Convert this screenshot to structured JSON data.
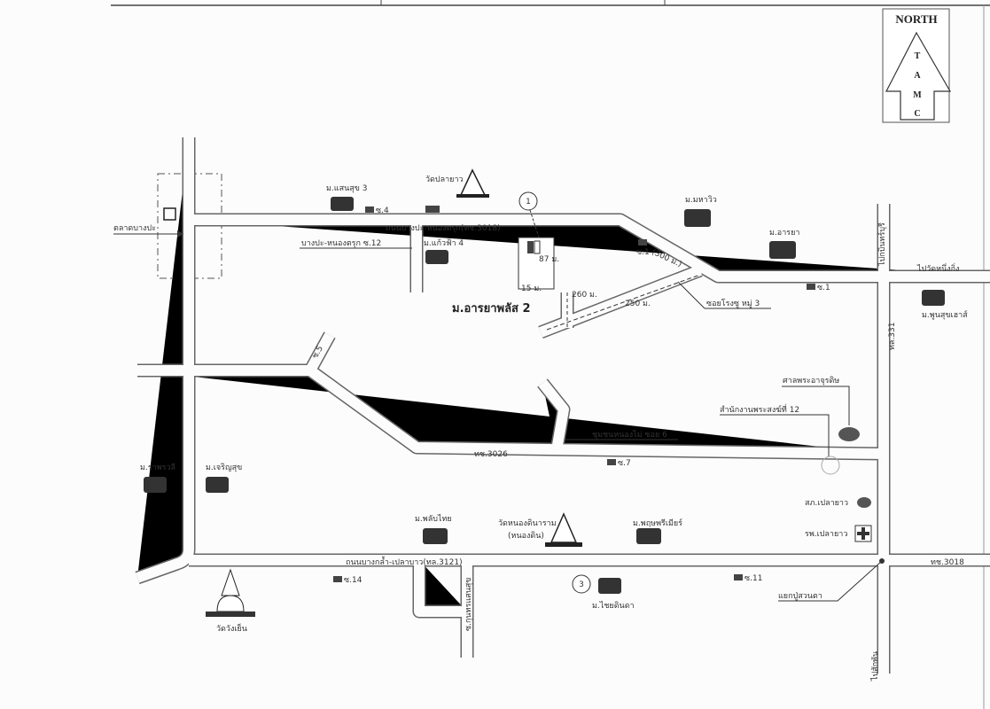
{
  "compass": {
    "title": "NORTH",
    "letters": [
      "T",
      "A",
      "M",
      "C"
    ]
  },
  "roads": {
    "main_top": "ถนนบางปะ-หนองตรุก(ทช.3018)",
    "soi_12": "บางปะ-หนองตรุก ซ.12",
    "bottom": "ถนนบางกล้ำ-เปลาบาว(ทล.3121)",
    "middle": "ทช.3026",
    "right": "ทล.331",
    "soi_6": "ชุมชนหนองไม่ ซอย 6",
    "soi_3": "ซอยโรงซู หมู่ 3",
    "to_chonburi": "ไปกบินทร์บุรี",
    "to_wat": "ไปวัดหนึ่งกิ่ง",
    "to_bottom": "ไปสักพัน",
    "road_3018": "ทช.3018",
    "market": "ตลาดบางปะ",
    "side_bottom": "ซ.กุนทรแสนสุข",
    "diag_left": "ซ.5"
  },
  "project": {
    "name": "ม.อารยาพลัส 2",
    "marker_1": "1",
    "marker_3": "3"
  },
  "distances": {
    "d300": "(300 ม.)",
    "d260": "260 ม.",
    "d250": "250 ม.",
    "d87": "87 ม.",
    "d15": "15 ม."
  },
  "places": {
    "village_1": "ม.แสนสุข 3",
    "temple_top": "วัดปลายาว",
    "village_2": "ม.แก้วฟ้า 4",
    "village_3": "ม.มหาวิว",
    "village_4": "ม.อารยา",
    "village_5": "ม.พูนสุขเฮาส์",
    "shrine": "ศาลพระอาจุรดิษ",
    "office": "สำนักงานพระสงฆ์ที่ 12",
    "police": "สภ.เปลายาว",
    "hospital": "รพ.เปลายาว",
    "village_6": "ม.ราพรวลี",
    "village_7": "ม.เจริญสุข",
    "village_8": "ม.พลับไทย",
    "temple_mid": "วัดหนองดินาราม",
    "temple_mid_sub": "(หนองดิน)",
    "village_9": "ม.พฤษพรีเมียร์",
    "village_10": "ม.ไชยดินดา",
    "junction": "แยกปู่สวนตา",
    "temple_bottom": "วัดวังเย็น"
  },
  "stops": {
    "s4": "ซ.4",
    "s1a": "ซ.1",
    "s1b": "ซ.1",
    "s7": "ซ.7",
    "s14": "ซ.14",
    "s11": "ซ.11"
  },
  "colors": {
    "ink": "#333333",
    "road_edge": "#666666",
    "paper": "#fcfcfc"
  }
}
